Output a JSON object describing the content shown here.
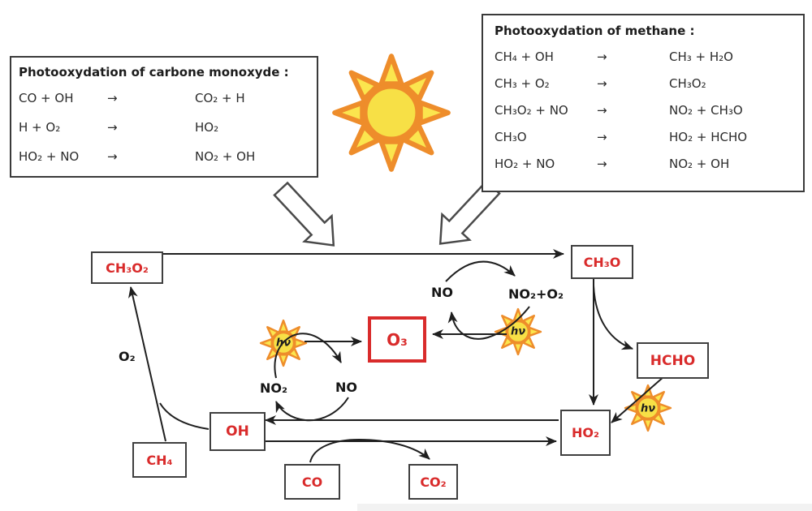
{
  "panels": {
    "co": {
      "title": "Photooxydation of carbone monoxyde :",
      "rows": [
        {
          "lhs": "CO + OH",
          "arrow": "→",
          "rhs": "CO₂ + H"
        },
        {
          "lhs": "H + O₂",
          "arrow": "→",
          "rhs": "HO₂"
        },
        {
          "lhs": "HO₂ + NO",
          "arrow": "→",
          "rhs": "NO₂ + OH"
        }
      ]
    },
    "ch4": {
      "title": "Photooxydation of methane :",
      "rows": [
        {
          "lhs": "CH₄ + OH",
          "arrow": "→",
          "rhs": "CH₃ + H₂O"
        },
        {
          "lhs": "CH₃ + O₂",
          "arrow": "→",
          "rhs": "CH₃O₂"
        },
        {
          "lhs": "CH₃O₂ + NO",
          "arrow": "→",
          "rhs": "NO₂ + CH₃O"
        },
        {
          "lhs": "CH₃O",
          "arrow": "→",
          "rhs": "HO₂ + HCHO"
        },
        {
          "lhs": "HO₂ + NO",
          "arrow": "→",
          "rhs": "NO₂ + OH"
        }
      ]
    }
  },
  "diagram": {
    "boxes": {
      "ch3o2": "CH₃O₂",
      "ch3o": "CH₃O",
      "o3": "O₃",
      "hcho": "HCHO",
      "ho2": "HO₂",
      "oh": "OH",
      "ch4": "CH₄",
      "co": "CO",
      "co2": "CO₂"
    },
    "labels": {
      "no_top": "NO",
      "no2_o2": "NO₂+O₂",
      "o2": "O₂",
      "no2": "NO₂",
      "no": "NO",
      "hv": "hν"
    }
  },
  "colors": {
    "species_red": "#d92b2b",
    "line_black": "#1f1f1f",
    "box_border": "#3f3f3f",
    "sun_outline_orange": "#ee8d2b",
    "sun_fill_yellow": "#f9e049"
  }
}
